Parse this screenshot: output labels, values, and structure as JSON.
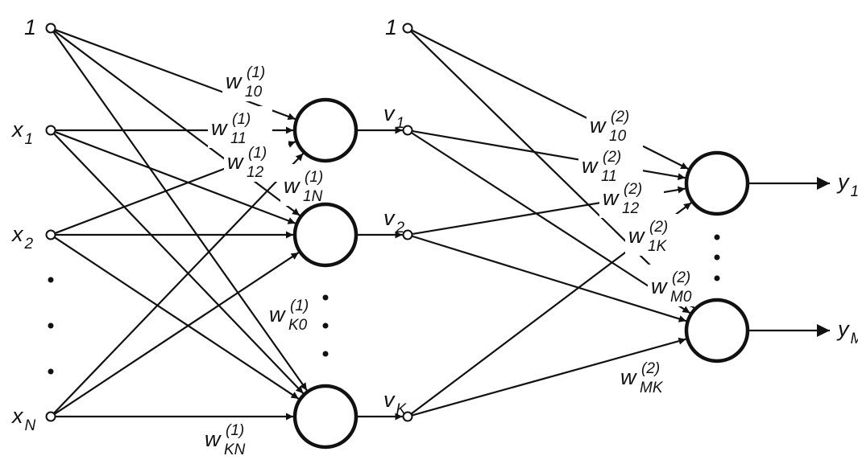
{
  "title": "Two-layer feedforward neural network",
  "colors": {
    "ink": "#111111",
    "background": "#ffffff"
  },
  "inputs": [
    {
      "id": "bias1",
      "label": "1",
      "sub": ""
    },
    {
      "id": "x1",
      "label": "x",
      "sub": "1"
    },
    {
      "id": "x2",
      "label": "x",
      "sub": "2"
    },
    {
      "id": "xN",
      "label": "x",
      "sub": "N"
    }
  ],
  "hidden_outputs": [
    {
      "id": "bias2",
      "label": "1",
      "sub": ""
    },
    {
      "id": "v1",
      "label": "v",
      "sub": "1"
    },
    {
      "id": "v2",
      "label": "v",
      "sub": "2"
    },
    {
      "id": "vK",
      "label": "v",
      "sub": "K"
    }
  ],
  "outputs": [
    {
      "id": "y1",
      "label": "y",
      "sub": "1"
    },
    {
      "id": "yM",
      "label": "y",
      "sub": "M"
    }
  ],
  "layer1_weights": [
    {
      "name": "w",
      "sup": "(1)",
      "sub": "10"
    },
    {
      "name": "w",
      "sup": "(1)",
      "sub": "11"
    },
    {
      "name": "w",
      "sup": "(1)",
      "sub": "12"
    },
    {
      "name": "w",
      "sup": "(1)",
      "sub": "1N"
    },
    {
      "name": "w",
      "sup": "(1)",
      "sub": "K0"
    },
    {
      "name": "w",
      "sup": "(1)",
      "sub": "KN"
    }
  ],
  "layer2_weights": [
    {
      "name": "w",
      "sup": "(2)",
      "sub": "10"
    },
    {
      "name": "w",
      "sup": "(2)",
      "sub": "11"
    },
    {
      "name": "w",
      "sup": "(2)",
      "sub": "12"
    },
    {
      "name": "w",
      "sup": "(2)",
      "sub": "1K"
    },
    {
      "name": "w",
      "sup": "(2)",
      "sub": "M0"
    },
    {
      "name": "w",
      "sup": "(2)",
      "sub": "MK"
    }
  ],
  "ellipses": [
    "inputs",
    "hidden-neurons",
    "output-neurons"
  ]
}
